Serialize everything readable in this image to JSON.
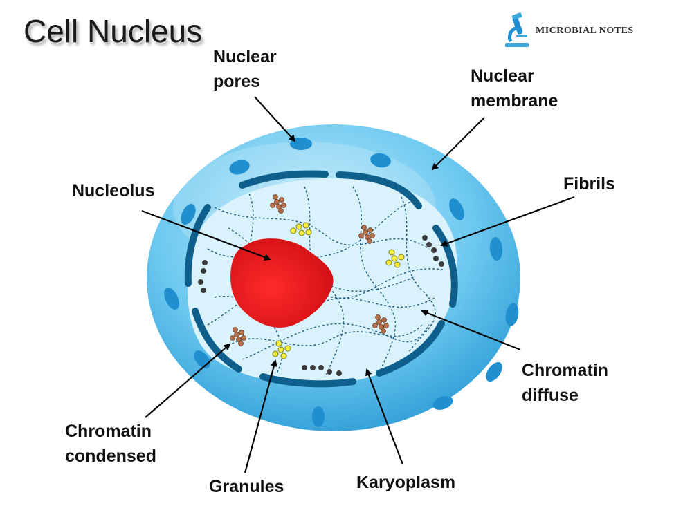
{
  "title": "Cell Nucleus",
  "logo": {
    "text": "MICROBIAL NOTES",
    "icon": "microscope-icon"
  },
  "labels": {
    "nuclear_pores": [
      "Nuclear",
      "pores"
    ],
    "nuclear_membrane": [
      "Nuclear",
      "membrane"
    ],
    "nucleolus": "Nucleolus",
    "fibrils": "Fibrils",
    "chromatin_diffuse": [
      "Chromatin",
      "diffuse"
    ],
    "chromatin_condensed": [
      "Chromatin",
      "condensed"
    ],
    "granules": "Granules",
    "karyoplasm": "Karyoplasm"
  },
  "colors": {
    "membrane": "#5cc0ea",
    "membrane_light": "#a6dcf4",
    "membrane_dark": "#1d90cd",
    "pore": "#1e8fd0",
    "inner_band": "#0f5f8c",
    "karyoplasm": "#d8f1fb",
    "nucleolus": "#e2161c",
    "granule": "#f6ee3a",
    "chromatin_condensed": "#b5714b",
    "fibril": "#3c3c3c"
  }
}
